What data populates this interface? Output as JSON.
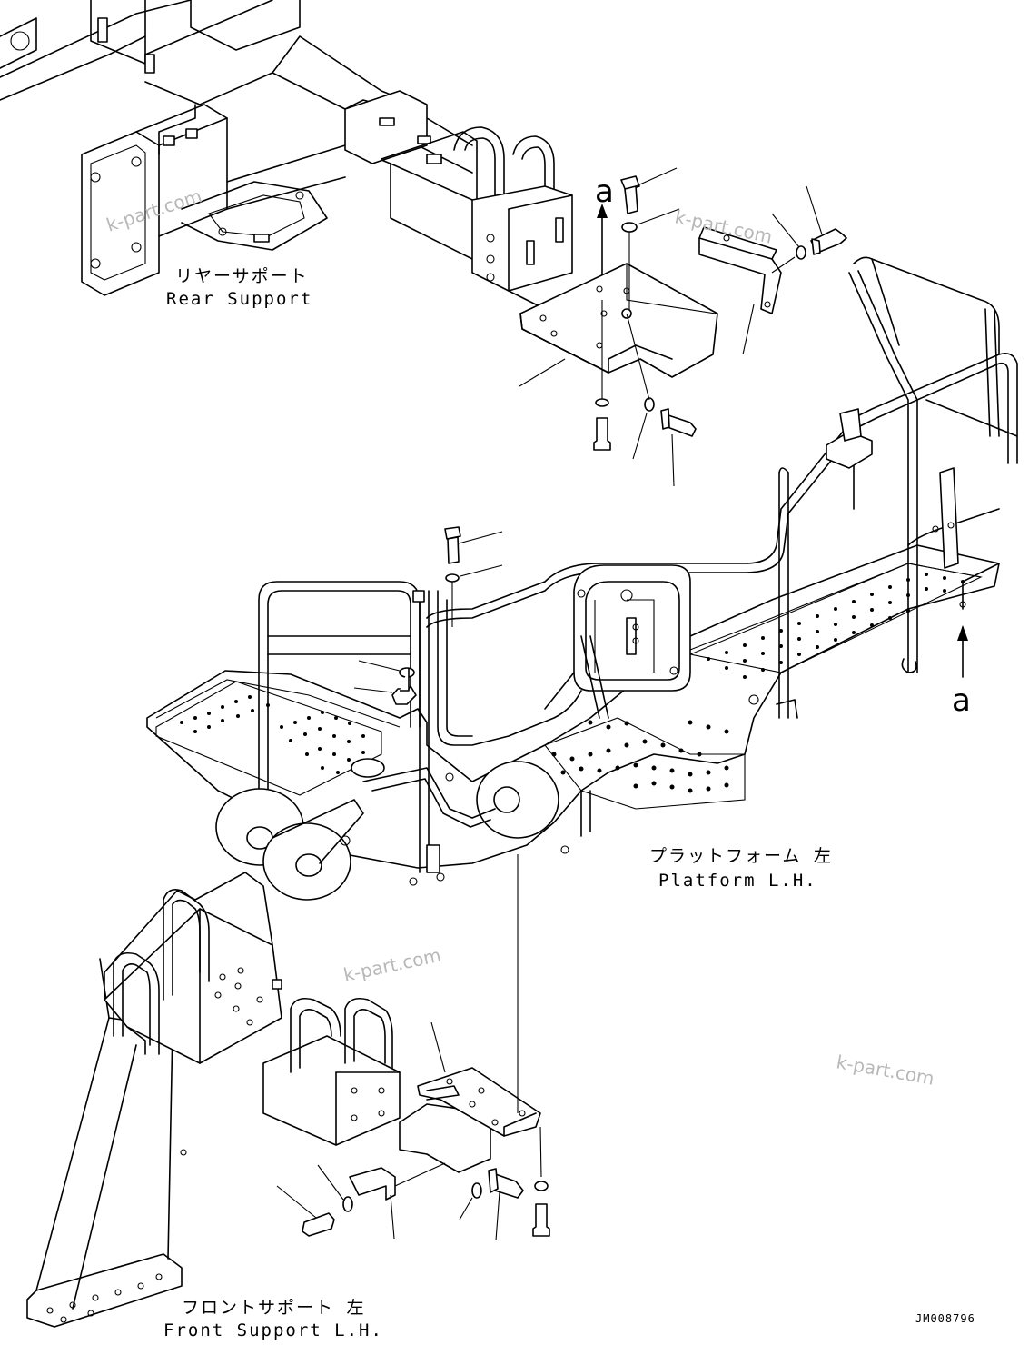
{
  "labels": {
    "rear_support_jp": "リヤーサポート",
    "rear_support_en": "Rear Support",
    "platform_jp": "プラットフォーム 左",
    "platform_en": "Platform L.H.",
    "front_support_jp": "フロントサポート 左",
    "front_support_en": "Front Support L.H."
  },
  "reference_marks": {
    "top": "a",
    "right": "a"
  },
  "watermarks": [
    "k-part.com",
    "k-part.com",
    "k-part.com",
    "k-part.com"
  ],
  "drawing_code": "JM008796"
}
